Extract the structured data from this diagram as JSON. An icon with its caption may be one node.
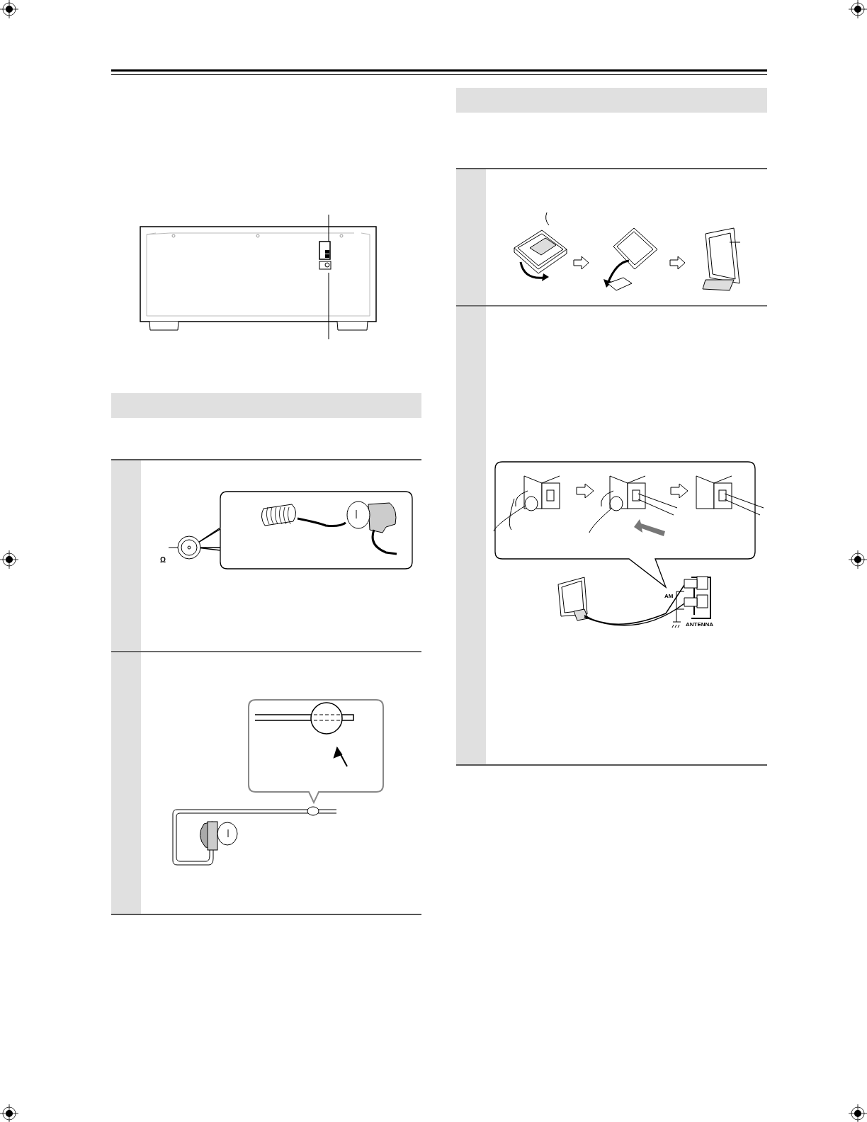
{
  "diagram": {
    "nodes": [
      {
        "text": [],
        "shape": "bar"
      },
      {
        "text": [],
        "shape": "bar"
      },
      {
        "text": [],
        "shape": "bar"
      },
      {
        "text": [],
        "shape": "bar"
      }
    ],
    "labels": [
      "Ω",
      "AM",
      "ANTENNA"
    ]
  }
}
